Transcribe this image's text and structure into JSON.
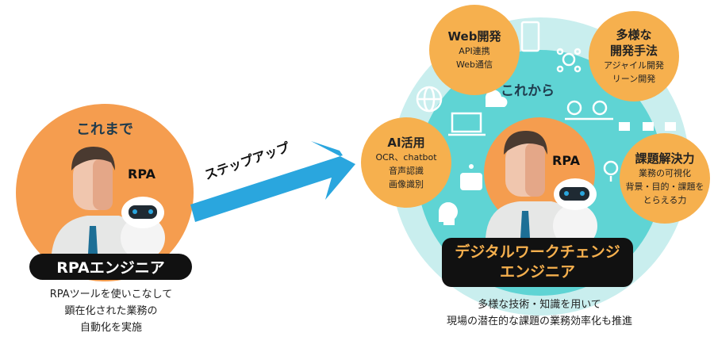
{
  "before": {
    "heading": "これまで",
    "rpa_label": "RPA",
    "role": "RPAエンジニア",
    "description": [
      "RPAツールを使いこなして",
      "顕在化された業務の",
      "自動化を実施"
    ]
  },
  "arrow_label": "ステップアップ",
  "after": {
    "heading": "これから",
    "rpa_label": "RPA",
    "role": [
      "デジタルワークチェンジ",
      "エンジニア"
    ],
    "description": [
      "多様な技術・知識を用いて",
      "現場の潜在的な課題の業務効率化も推進"
    ],
    "skills": [
      {
        "title": "Web開発",
        "items": [
          "API連携",
          "Web通信"
        ]
      },
      {
        "title": "多様な",
        "title2": "開発手法",
        "items": [
          "アジャイル開発",
          "リーン開発"
        ]
      },
      {
        "title": "AI活用",
        "items": [
          "OCR、chatbot",
          "音声認識",
          "画像識別"
        ]
      },
      {
        "title": "課題解決力",
        "items": [
          "業務の可視化",
          "背景・目的・課題を",
          "とらえる力"
        ]
      }
    ]
  },
  "colors": {
    "orange": "#f59d4f",
    "bubble": "#f6b04e",
    "teal": "#5fd4d4",
    "pale_teal": "#c9eeee",
    "arrow": "#2aa6de",
    "heading": "#1f3b4d",
    "role_text": "#f6b04e"
  }
}
